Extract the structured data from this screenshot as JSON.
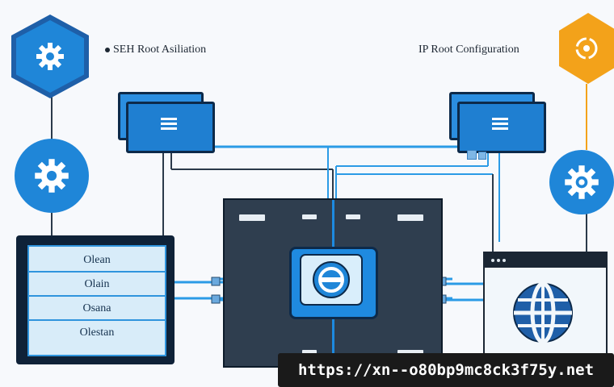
{
  "labels": {
    "left_title": "SEH Root Asiliation",
    "right_title": "IP Root Configuration"
  },
  "tablet": {
    "rows": [
      "Olean",
      "Olain",
      "Osana",
      "Olestan"
    ]
  },
  "banner": {
    "url": "https://xn--o80bp9mc8ck3f75y.net"
  },
  "icons": {
    "top_left_node": "gear-icon",
    "mid_left_node": "gear-icon",
    "top_right_node": "refresh-icon",
    "mid_right_node": "gear-icon",
    "core": "power-icon",
    "globe": "globe-icon",
    "card": "menu-icon"
  },
  "colors": {
    "primary_blue": "#1f7fd1",
    "accent_orange": "#f3a21a",
    "dark_navy": "#0d2a4a",
    "server_dark": "#2f3e4f"
  }
}
